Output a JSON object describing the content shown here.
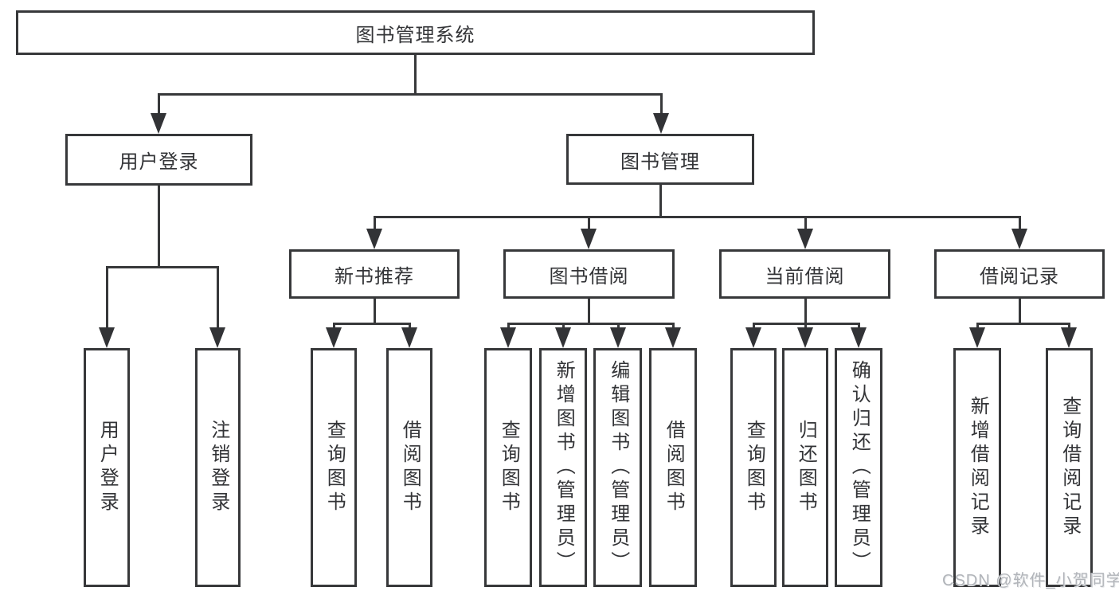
{
  "diagram_type": "hierarchy-tree",
  "tree": {
    "label": "图书管理系统",
    "children": [
      {
        "label": "用户登录",
        "children": [
          {
            "label": "用户登录"
          },
          {
            "label": "注销登录"
          }
        ]
      },
      {
        "label": "图书管理",
        "children": [
          {
            "label": "新书推荐",
            "children": [
              {
                "label": "查询图书"
              },
              {
                "label": "借阅图书"
              }
            ]
          },
          {
            "label": "图书借阅",
            "children": [
              {
                "label": "查询图书"
              },
              {
                "label": "新增图书（管理员）"
              },
              {
                "label": "编辑图书（管理员）"
              },
              {
                "label": "借阅图书"
              }
            ]
          },
          {
            "label": "当前借阅",
            "children": [
              {
                "label": "查询图书"
              },
              {
                "label": "归还图书"
              },
              {
                "label": "确认归还（管理员）"
              }
            ]
          },
          {
            "label": "借阅记录",
            "children": [
              {
                "label": "新增借阅记录"
              },
              {
                "label": "查询借阅记录"
              }
            ]
          }
        ]
      }
    ]
  },
  "watermark": {
    "text": "CSDN @软件_小贺同学"
  },
  "colors": {
    "line": "#37383a",
    "text": "#333437",
    "watermark": "#b2b5ba",
    "background": "#ffffff"
  }
}
